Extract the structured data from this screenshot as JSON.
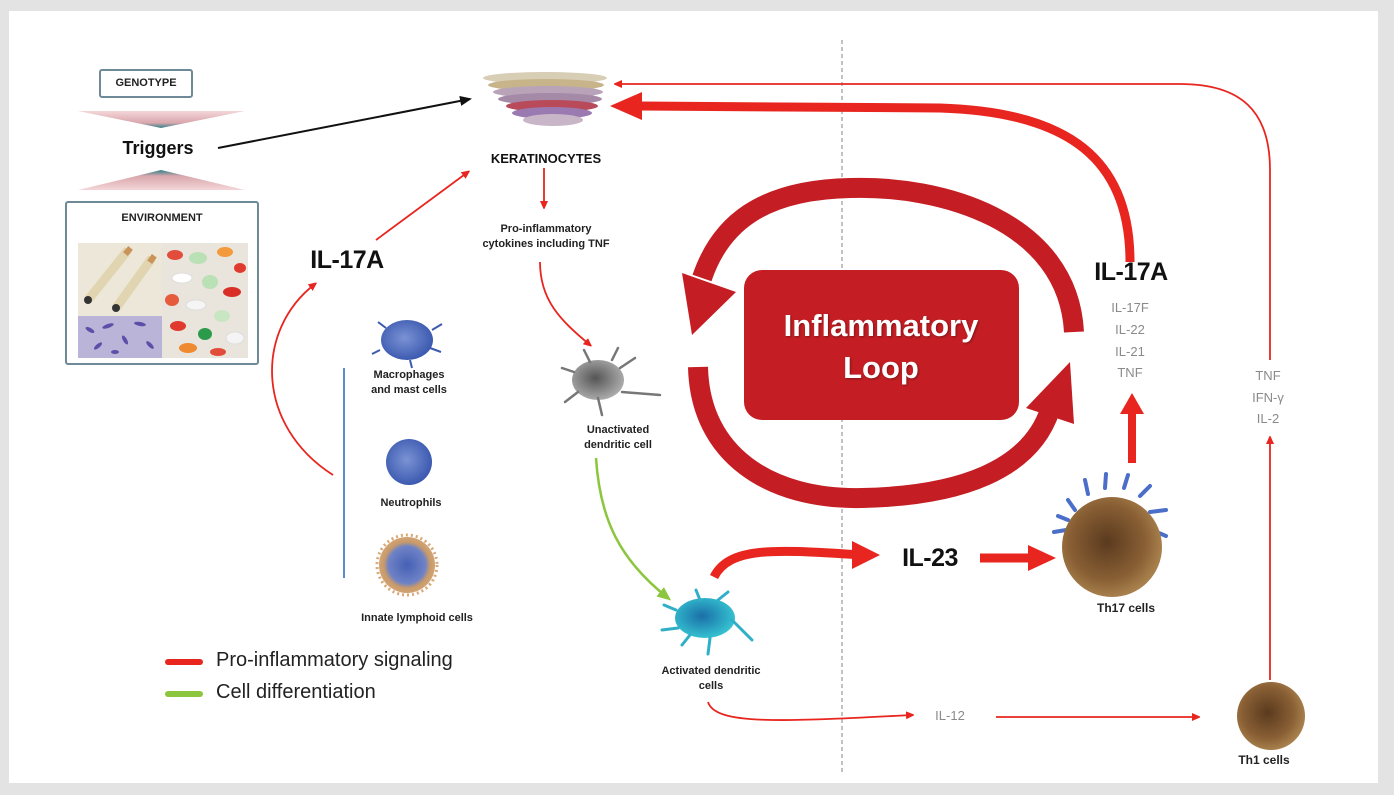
{
  "colors": {
    "signaling": "#e8261f",
    "loop": "#c41e24",
    "differentiation": "#8cc63f",
    "trigger_arrow": "#111111",
    "grey_text": "#8a8a8a",
    "divider": "#999999"
  },
  "triggers": {
    "genotype_label": "GENOTYPE",
    "triggers_label": "Triggers",
    "environment_label": "ENVIRONMENT"
  },
  "keratinocytes": {
    "label": "KERATINOCYTES",
    "cytokines_label": "Pro-inflammatory cytokines including TNF"
  },
  "left_il17a": "IL-17A",
  "innate_cells": [
    {
      "label": "Macrophages and mast cells"
    },
    {
      "label": "Neutrophils"
    },
    {
      "label": "Innate lymphoid cells"
    }
  ],
  "dendritic": {
    "unactivated_label": "Unactivated dendritic cell",
    "activated_label": "Activated dendritic cells"
  },
  "loop": {
    "label_line1": "Inflammatory",
    "label_line2": "Loop"
  },
  "il23": "IL-23",
  "il12": "IL-12",
  "th17": {
    "label": "Th17 cells",
    "main_cytokine": "IL-17A",
    "cytokines": [
      "IL-17F",
      "IL-22",
      "IL-21",
      "TNF"
    ]
  },
  "th1": {
    "label": "Th1 cells",
    "cytokines": [
      "TNF",
      "IFN-γ",
      "IL-2"
    ]
  },
  "legend": [
    {
      "label": "Pro-inflammatory signaling",
      "color": "#e8261f"
    },
    {
      "label": "Cell differentiation",
      "color": "#8cc63f"
    }
  ]
}
